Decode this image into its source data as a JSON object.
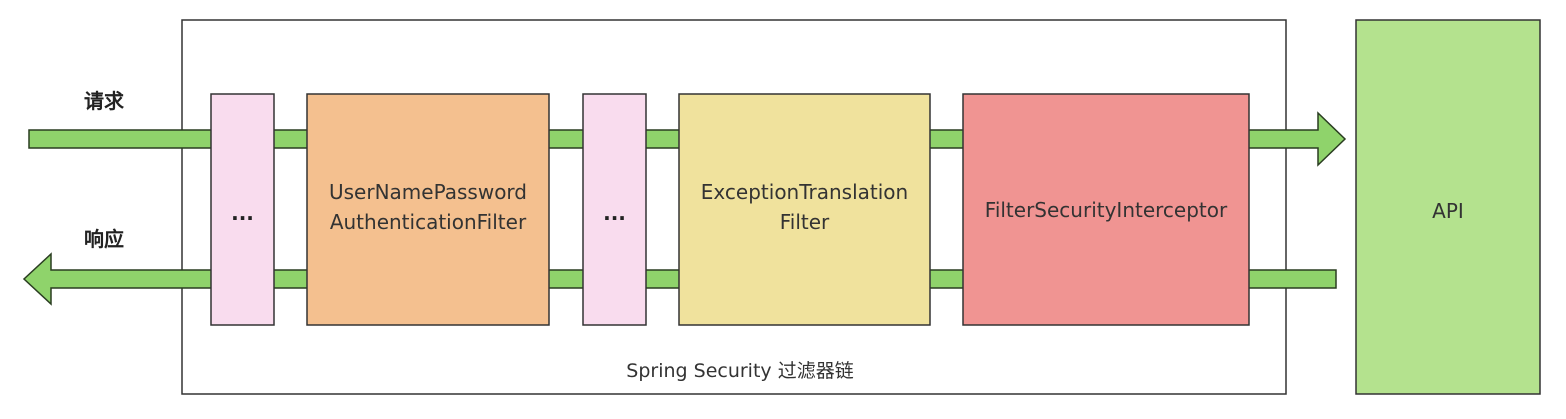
{
  "labels": {
    "request": "请求",
    "response": "响应",
    "chain": "Spring Security 过滤器链"
  },
  "filters": {
    "ellipsis_1": "...",
    "username_password_line1": "UserNamePassword",
    "username_password_line2": "AuthenticationFilter",
    "ellipsis_2": "...",
    "exception_translation_line1": "ExceptionTranslation",
    "exception_translation_line2": "Filter",
    "filter_security_interceptor": "FilterSecurityInterceptor"
  },
  "api": {
    "label": "API"
  },
  "colors": {
    "arrow_fill": "#8fd36b",
    "arrow_stroke": "#2a3d21",
    "ellipsis_box": "#f9dcee",
    "username_password_box": "#f4c08f",
    "exception_translation_box": "#f0e29d",
    "filter_security_interceptor_box": "#f09492",
    "api_box": "#b4e28e",
    "chain_border": "#333333"
  }
}
